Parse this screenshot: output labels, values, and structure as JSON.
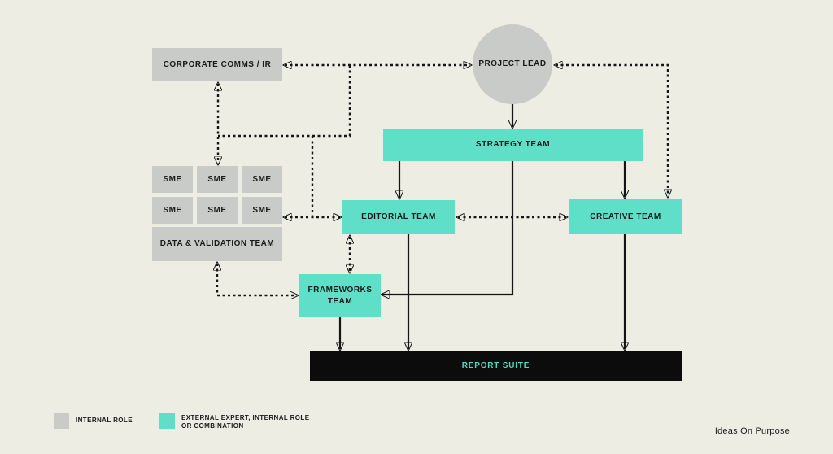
{
  "colors": {
    "background": "#EEEDE4",
    "gray": "#C8CBC8",
    "teal": "#5FDFC8",
    "black": "#0C0C0C",
    "report_text": "#4FD9C4",
    "line": "#141414"
  },
  "nodes": {
    "corporate_comms": "CORPORATE COMMS / IR",
    "project_lead": "PROJECT LEAD",
    "strategy": "STRATEGY TEAM",
    "sme": [
      "SME",
      "SME",
      "SME",
      "SME",
      "SME",
      "SME"
    ],
    "data_validation": "DATA & VALIDATION TEAM",
    "editorial": "EDITORIAL TEAM",
    "creative": "CREATIVE TEAM",
    "frameworks": "FRAMEWORKS TEAM",
    "report_suite": "REPORT SUITE"
  },
  "legend": {
    "internal": {
      "label": "INTERNAL ROLE",
      "color": "#C8CBC8"
    },
    "external": {
      "label": "EXTERNAL EXPERT, INTERNAL ROLE OR COMBINATION",
      "color": "#5FDFC8"
    }
  },
  "footer": {
    "credit": "Ideas On Purpose"
  }
}
